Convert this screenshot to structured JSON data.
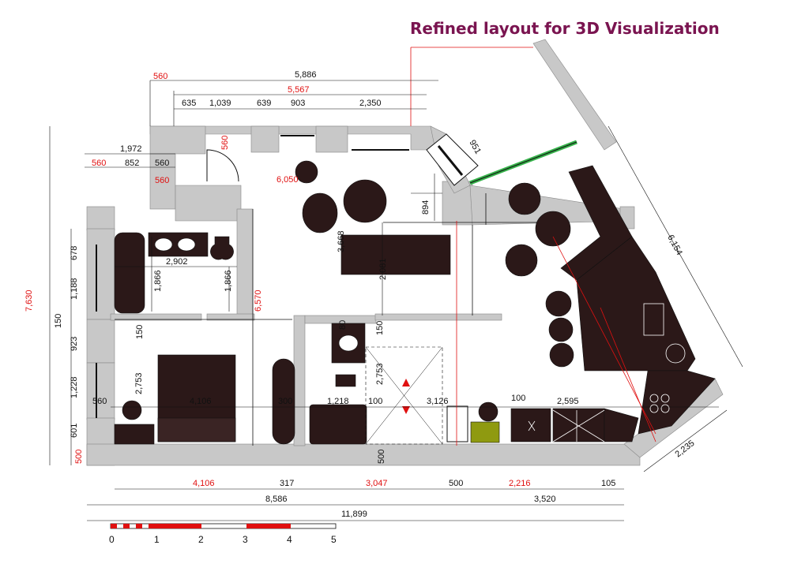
{
  "title": "Refined layout for 3D Visualization",
  "colors": {
    "accent_title": "#7a1450",
    "dimension_red": "#e01010",
    "wall": "#c8c8c8",
    "furniture": "#2b1818",
    "window_green": "#36b24a",
    "highlight_olive": "#8f9a10"
  },
  "dimensions": {
    "top_total": "5,886",
    "top_red": "5,567",
    "top_red_left": "560",
    "top_segments": [
      "635",
      "1,039",
      "639",
      "903",
      "2,350"
    ],
    "door_red": "560",
    "window_951": "951",
    "left_1972": "1,972",
    "left_852": "852",
    "left_560_red": "560",
    "left_560_a": "560",
    "left_560_b_red": "560",
    "red_6050": "6,050",
    "v_894": "894",
    "v_3668": "3,668",
    "v_2081": "2,081",
    "bath_2902": "2,902",
    "bath_1866_a": "1,866",
    "bath_1866_b": "1,866",
    "red_6570": "6,570",
    "side_678": "678",
    "side_1188": "1,188",
    "side_150": "150",
    "side_923": "923",
    "side_1228": "1,228",
    "side_601": "601",
    "side_500_red": "500",
    "total_7630_red": "7,630",
    "wc_150": "150",
    "sm_150": "150",
    "sm_80": "80",
    "bed_2753": "2,753",
    "hall_2753": "2,753",
    "row_560": "560",
    "row_4106": "4,106",
    "row_300": "300",
    "row_1218": "1,218",
    "row_100_a": "100",
    "row_3126": "3,126",
    "row_100_b": "100",
    "row_2595": "2,595",
    "v_500": "500",
    "diag_6154": "6,154",
    "diag_2235": "2,235",
    "bottom_4106_red": "4,106",
    "bottom_317": "317",
    "bottom_3047_red": "3,047",
    "bottom_500": "500",
    "bottom_2216_red": "2,216",
    "bottom_105": "105",
    "bottom_8586": "8,586",
    "bottom_3520": "3,520",
    "bottom_11899": "11,899"
  },
  "scale_labels": [
    "0",
    "1",
    "2",
    "3",
    "4",
    "5"
  ]
}
